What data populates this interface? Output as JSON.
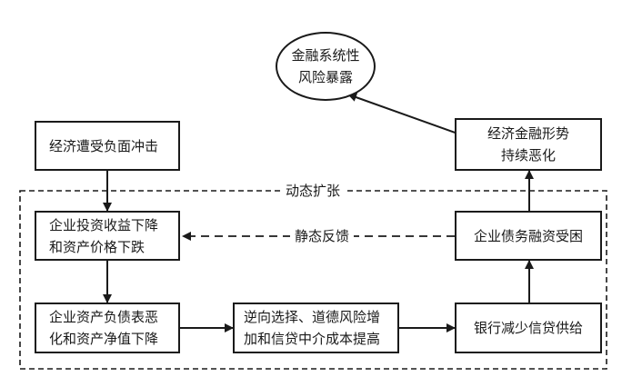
{
  "nodes": {
    "shock": "经济遭受负面冲击",
    "invest": [
      "企业投资收益下降",
      "和资产价格下跌"
    ],
    "balance": [
      "企业资产负债表恶",
      "化和资产净值下降"
    ],
    "adverse": [
      "逆向选择、道德风险增",
      "加和信贷中介成本提高"
    ],
    "bank": "银行减少信贷供给",
    "debt": "企业债务融资受困",
    "economy": [
      "经济金融形势",
      "持续恶化"
    ],
    "systemic": [
      "金融系统性",
      "风险暴露"
    ]
  },
  "labels": {
    "dynamic": "动态扩张",
    "static": "静态反馈"
  }
}
